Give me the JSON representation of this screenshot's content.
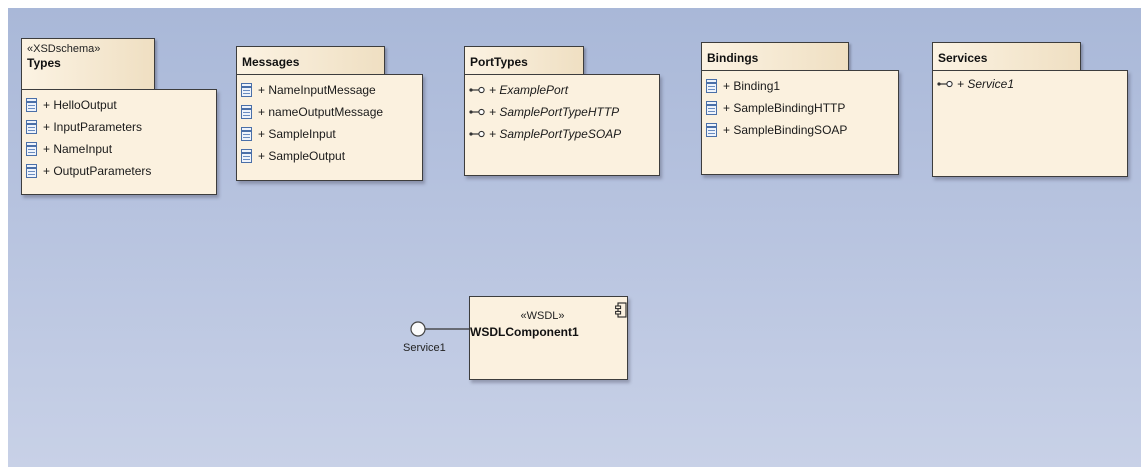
{
  "packages": [
    {
      "stereotype": "«XSDschema»",
      "name": "Types",
      "items": [
        "+ HelloOutput",
        "+ InputParameters",
        "+ NameInput",
        "+ OutputParameters"
      ]
    },
    {
      "name": "Messages",
      "items": [
        "+ NameInputMessage",
        "+ nameOutputMessage",
        "+ SampleInput",
        "+ SampleOutput"
      ]
    },
    {
      "name": "PortTypes",
      "items": [
        "+ ExamplePort",
        "+ SamplePortTypeHTTP",
        "+ SamplePortTypeSOAP"
      ]
    },
    {
      "name": "Bindings",
      "items": [
        "+ Binding1",
        "+ SampleBindingHTTP",
        "+ SampleBindingSOAP"
      ]
    },
    {
      "name": "Services",
      "items": [
        "+ Service1"
      ]
    }
  ],
  "component": {
    "stereotype": "«WSDL»",
    "name": "WSDLComponent1",
    "interface_label": "Service1"
  },
  "icons": {
    "class_item": "class-icon",
    "port_item": "port-icon",
    "component": "component-icon",
    "interface": "lollipop-interface-icon"
  }
}
